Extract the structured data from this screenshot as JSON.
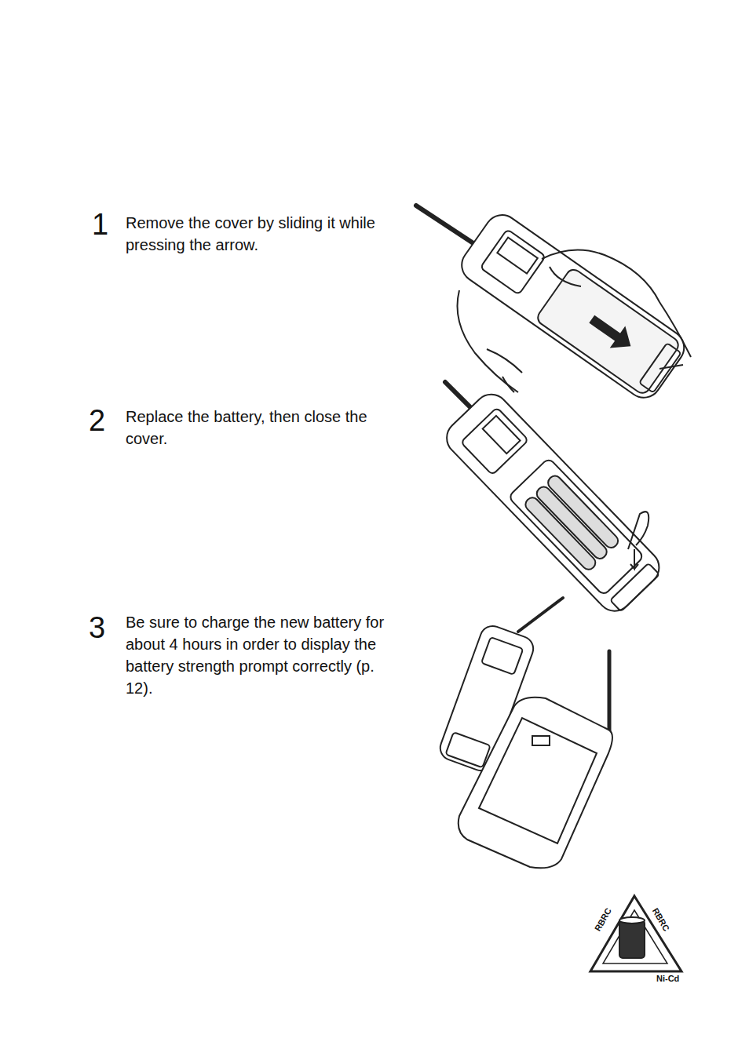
{
  "diagram": {
    "labels": [
      "1",
      "Remove the cover by sliding it while pressing the arrow.",
      "2",
      "Replace the battery, then close the cover.",
      "3",
      "Be sure to charge the new battery for about 4 hours in order to display the battery strength prompt correctly (p. 12).",
      "RBRC",
      "RBRC",
      "Ni-Cd"
    ]
  }
}
